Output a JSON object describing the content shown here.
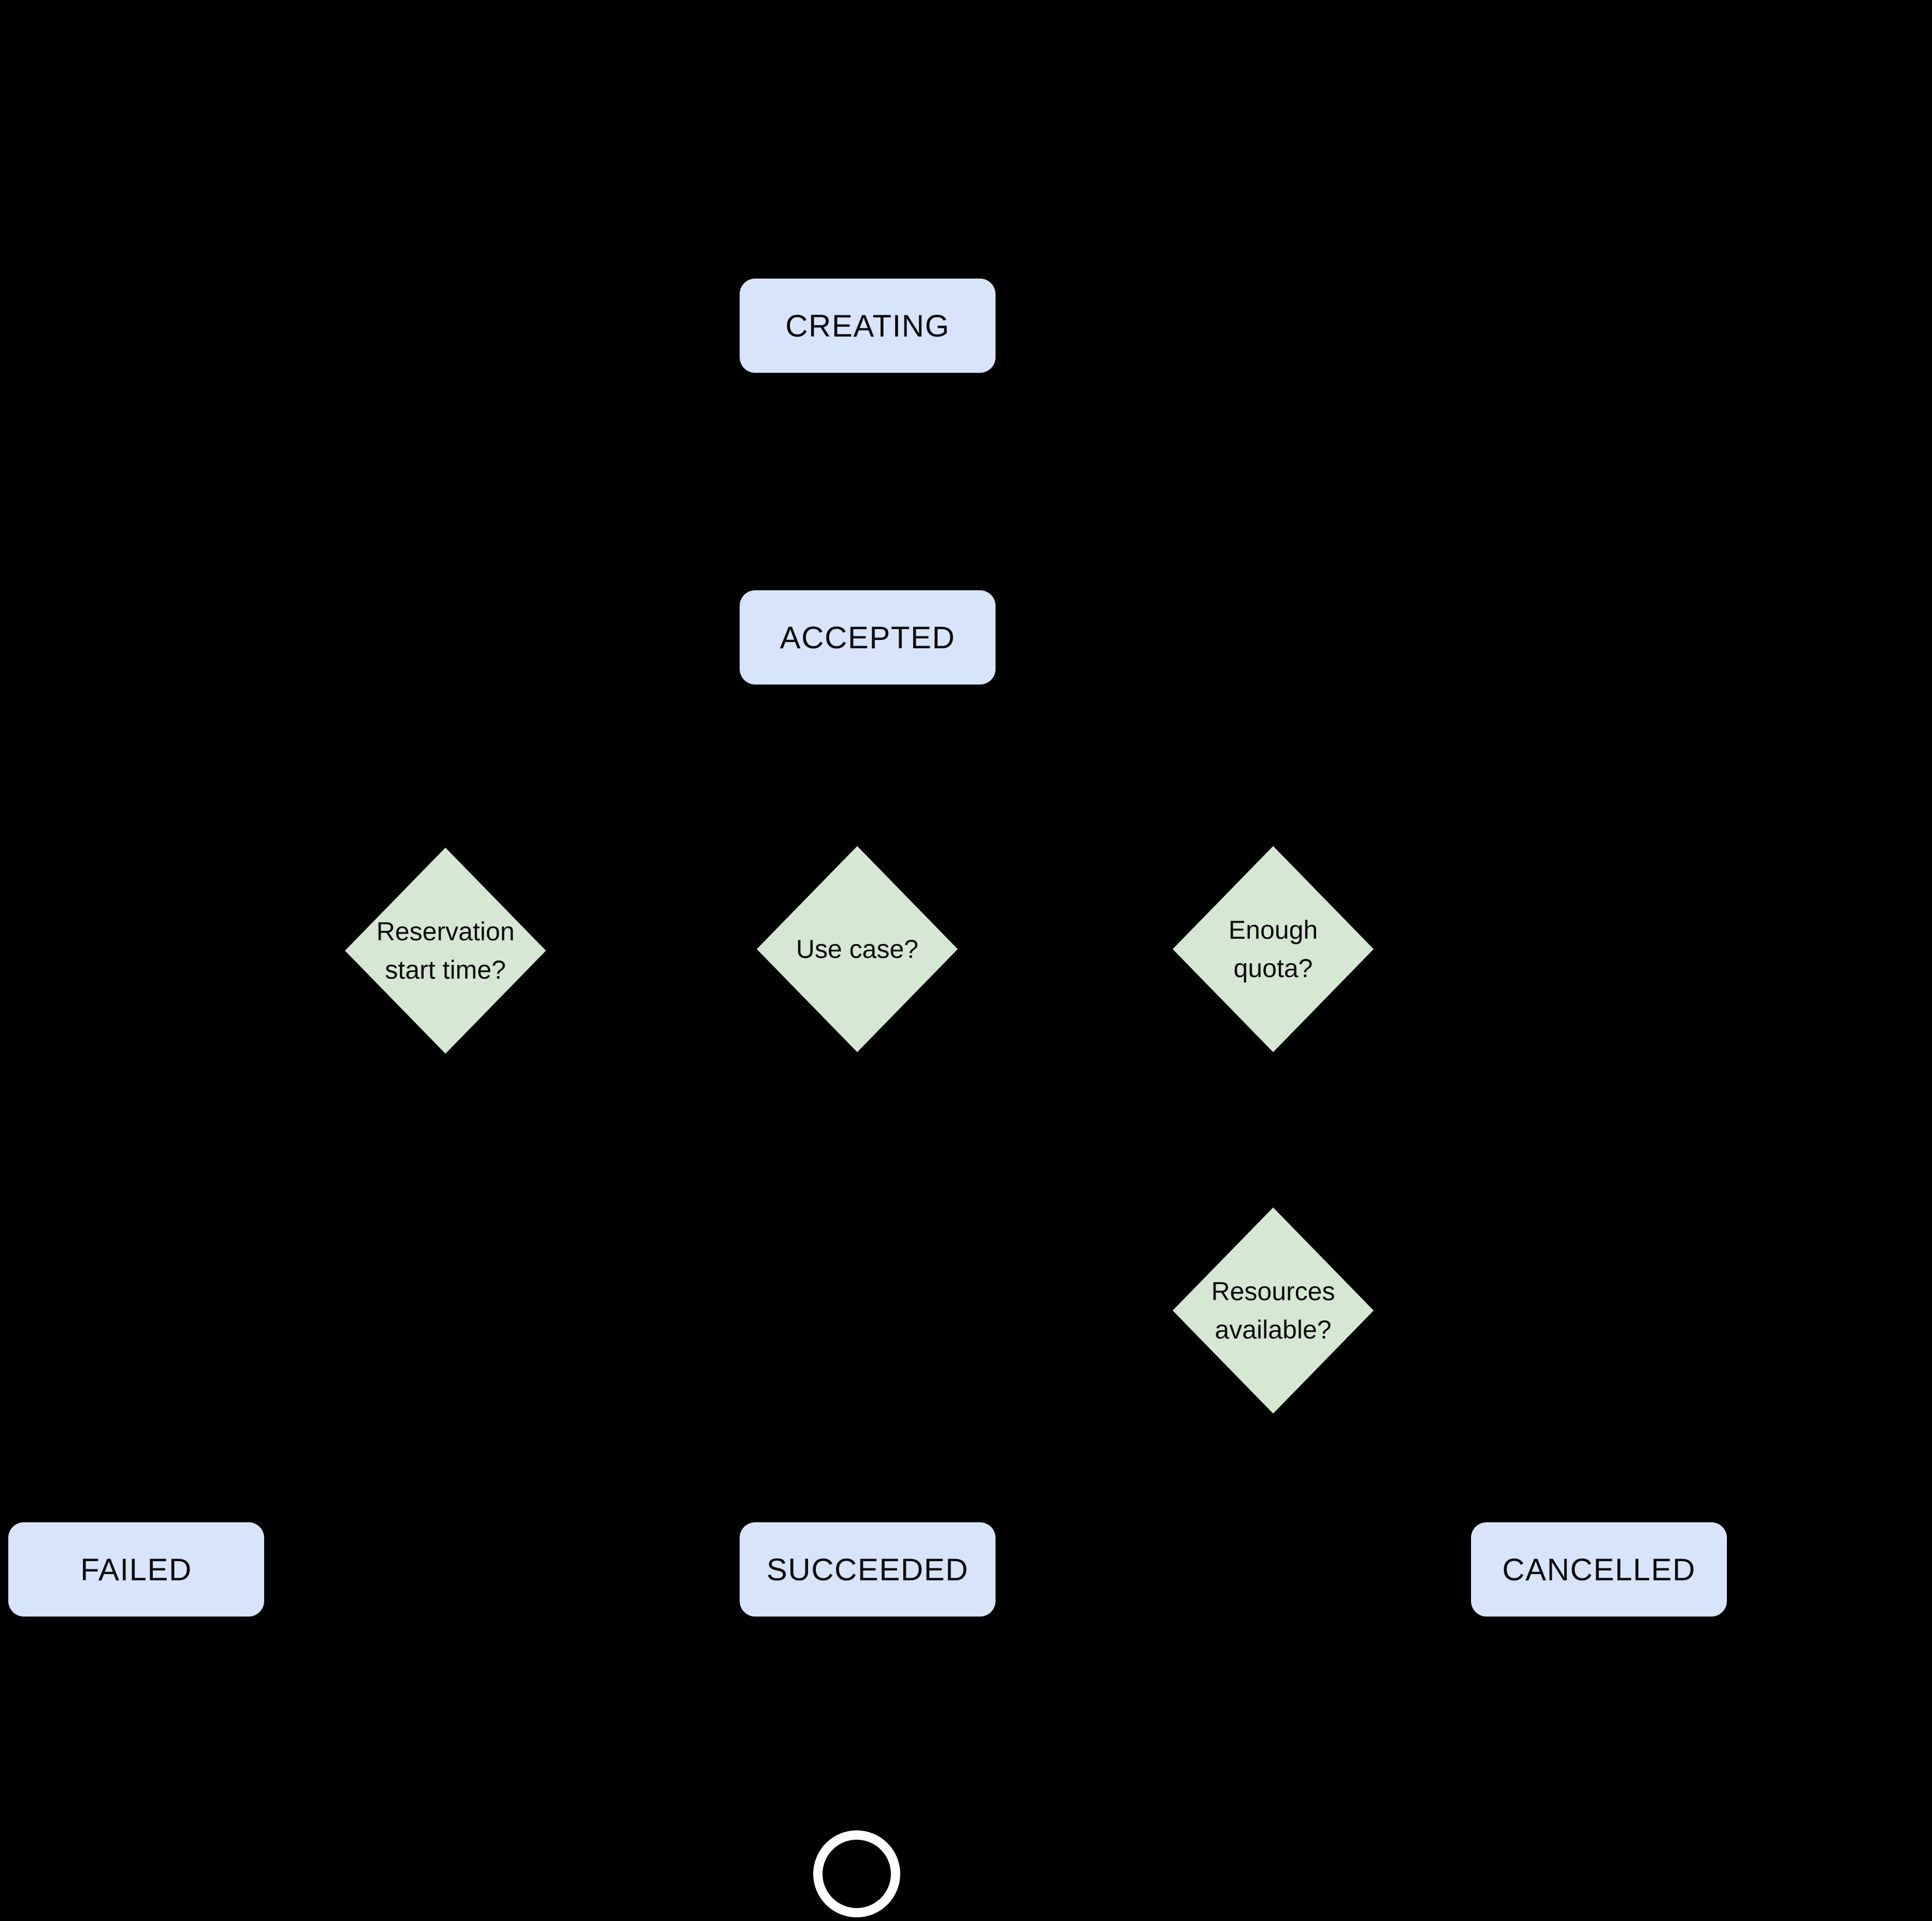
{
  "diagram": {
    "background_color": "#000000",
    "state_fill_color": "#d8e4fa",
    "decision_fill_color": "#d6e7d4",
    "text_color": "#0b0b0b",
    "final_ring_color": "#ffffff",
    "states": [
      {
        "id": "creating",
        "label": "CREATING"
      },
      {
        "id": "accepted",
        "label": "ACCEPTED"
      },
      {
        "id": "failed",
        "label": "FAILED"
      },
      {
        "id": "succeeded",
        "label": "SUCCEEDED"
      },
      {
        "id": "cancelled",
        "label": "CANCELLED"
      }
    ],
    "decisions": [
      {
        "id": "reservation-start-time",
        "line1": "Reservation",
        "line2": "start time?"
      },
      {
        "id": "use-case",
        "line1": "Use case?",
        "line2": ""
      },
      {
        "id": "enough-quota",
        "line1": "Enough",
        "line2": "quota?"
      },
      {
        "id": "resources-available",
        "line1": "Resources",
        "line2": "available?"
      }
    ]
  }
}
